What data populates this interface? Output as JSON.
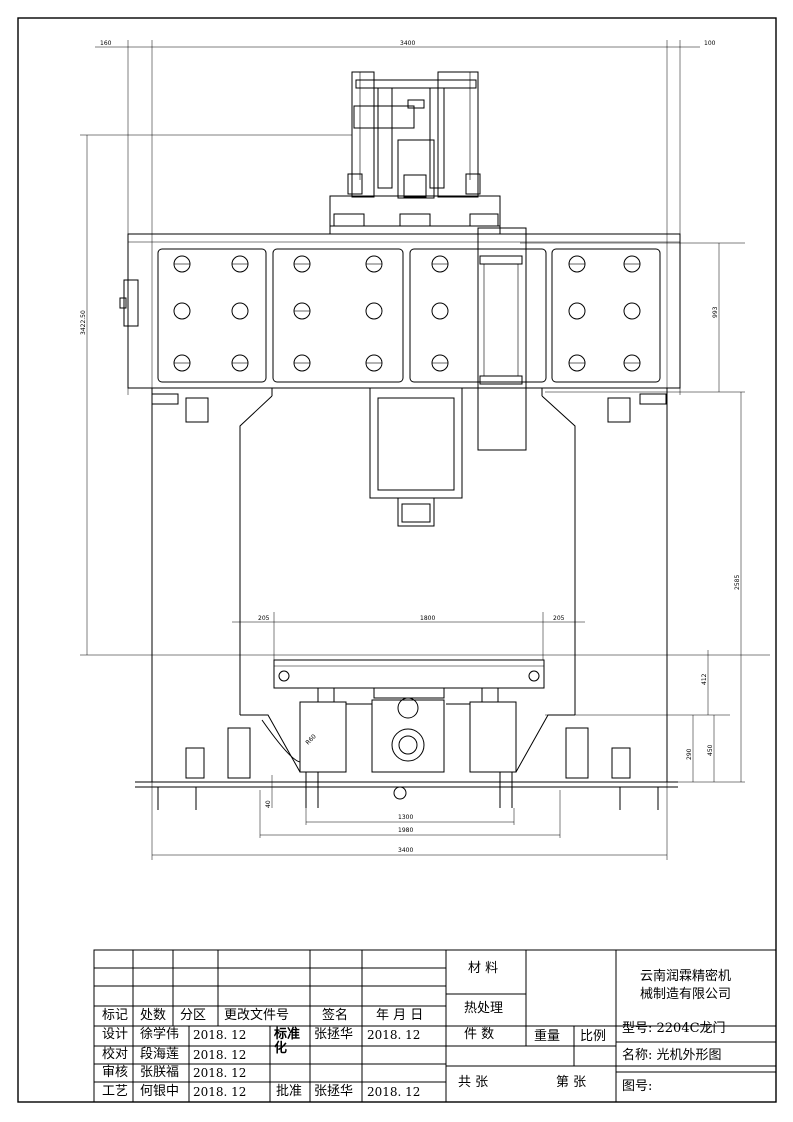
{
  "dimensions": {
    "top_left": "160",
    "top_main": "3400",
    "top_right": "100",
    "left_height": "3422.50",
    "right_upper": "993",
    "right_lower": "2585",
    "table_left": "205",
    "table_main": "1800",
    "table_right": "205",
    "table_height": "412",
    "base_290": "290",
    "base_450": "450",
    "radius": "R60",
    "foot_40": "40",
    "bottom_1300": "1300",
    "bottom_1980": "1980",
    "bottom_3400": "3400"
  },
  "title_block": {
    "headers": {
      "mark": "标记",
      "count": "处数",
      "zone": "分区",
      "change_doc": "更改文件号",
      "sign": "签名",
      "date": "年 月 日"
    },
    "rows": [
      {
        "role": "设计",
        "name": "徐学伟",
        "date": "2018. 12"
      },
      {
        "role": "校对",
        "name": "段海莲",
        "date": "2018. 12"
      },
      {
        "role": "审核",
        "name": "张朕福",
        "date": "2018. 12"
      },
      {
        "role": "工艺",
        "name": "何银中",
        "date": "2018. 12"
      }
    ],
    "standard_label": "标准化",
    "standard_name": "张拯华",
    "standard_date": "2018. 12",
    "approve_label": "批准",
    "approve_name": "张拯华",
    "approve_date": "2018. 12",
    "material": "材 料",
    "heat_treatment": "热处理",
    "pieces": "件  数",
    "weight": "重量",
    "scale": "比例",
    "total_sheets": "共    张",
    "sheet_no": "第    张",
    "company_line1": "云南润霖精密机",
    "company_line2": "械制造有限公司",
    "model": "型号: 2204C龙门",
    "name": "名称: 光机外形图",
    "drawing_no": "图号:"
  }
}
